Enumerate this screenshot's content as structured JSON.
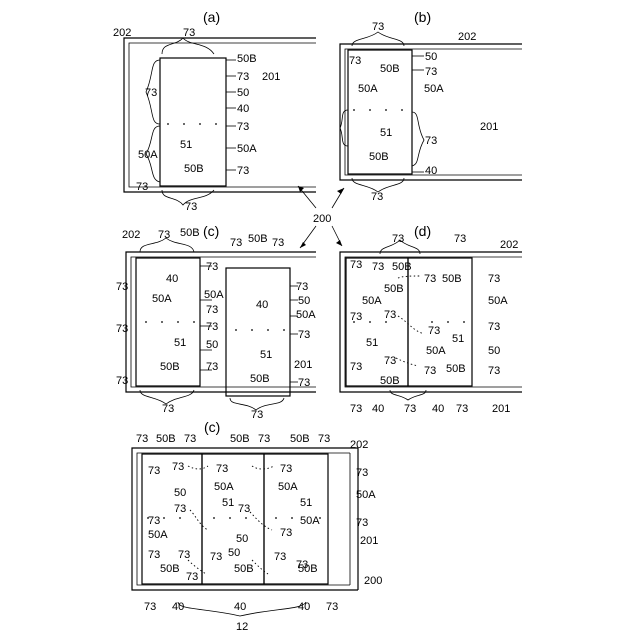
{
  "figure": {
    "panels": [
      {
        "caption": "(a)",
        "labels": [
          "202",
          "73",
          "50B",
          "73",
          "201",
          "50",
          "73",
          "40",
          "73",
          "50A",
          "51",
          "73",
          "50A",
          "73",
          "50B",
          "73",
          "73"
        ]
      },
      {
        "caption": "(b)",
        "labels": [
          "73",
          "202",
          "50",
          "73",
          "50B",
          "73",
          "50A",
          "50A",
          "201",
          "51",
          "73",
          "50B",
          "40",
          "73"
        ]
      },
      {
        "caption": "(c)",
        "labels": [
          "202",
          "73",
          "50B",
          "73",
          "50B",
          "73",
          "73",
          "40",
          "73",
          "50A",
          "50A",
          "73",
          "73",
          "40",
          "50",
          "50A",
          "73",
          "73",
          "51",
          "50",
          "73",
          "73",
          "51",
          "201",
          "73",
          "50B",
          "73",
          "50B",
          "73",
          "73"
        ]
      },
      {
        "caption": "(d)",
        "labels": [
          "73",
          "73",
          "202",
          "73",
          "73",
          "50B",
          "73",
          "50B",
          "73",
          "50B",
          "50A",
          "50A",
          "73",
          "73",
          "73",
          "73",
          "51",
          "51",
          "50A",
          "50",
          "73",
          "73",
          "73",
          "50B",
          "50B",
          "73",
          "73",
          "40",
          "73",
          "40",
          "73",
          "201"
        ]
      },
      {
        "caption": "(c)",
        "labels": [
          "73",
          "50B",
          "73",
          "50B",
          "73",
          "50B",
          "73",
          "202",
          "73",
          "73",
          "73",
          "73",
          "73",
          "50A",
          "50A",
          "50",
          "50A",
          "51",
          "51",
          "50A",
          "73",
          "73",
          "73",
          "50",
          "50A",
          "73",
          "50",
          "73",
          "201",
          "73",
          "73",
          "73",
          "73",
          "50B",
          "50B",
          "73",
          "50B",
          "73",
          "200",
          "73",
          "40",
          "40",
          "40",
          "73",
          "12"
        ]
      }
    ],
    "center_label": "200"
  }
}
